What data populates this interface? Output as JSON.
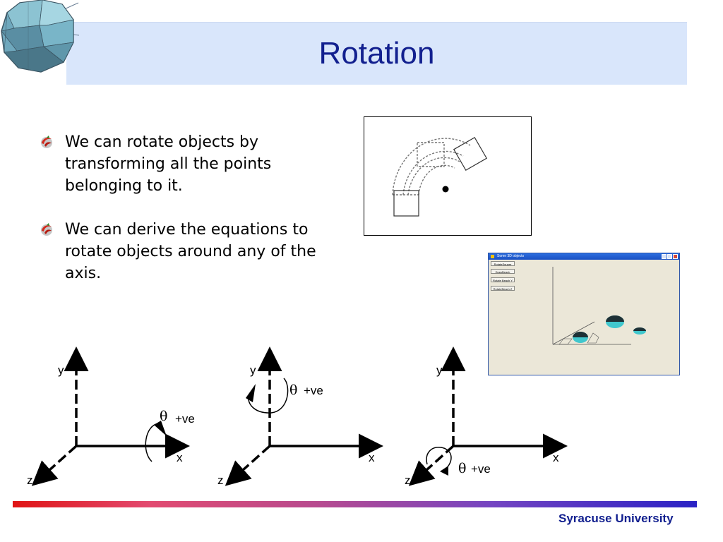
{
  "slide": {
    "title": "Rotation",
    "bullets": [
      {
        "text": "We can rotate objects by transforming all the points belonging to it."
      },
      {
        "text": "We can derive the equations to rotate objects around any of the axis."
      }
    ],
    "footer": "Syracuse University"
  },
  "window": {
    "title": "Some 3D objects",
    "buttons": [
      "RotateSquare",
      "DrawBeach",
      "Rotate Beach Y",
      "RotateBeach Z"
    ]
  },
  "diagrams": [
    {
      "x_label": "x",
      "y_label": "y",
      "z_label": "z",
      "theta": "θ",
      "sign": "+ve"
    },
    {
      "x_label": "x",
      "y_label": "y",
      "z_label": "z",
      "theta": "θ",
      "sign": "+ve"
    },
    {
      "x_label": "x",
      "y_label": "y",
      "z_label": "z",
      "theta": "θ",
      "sign": "+ve"
    }
  ],
  "colors": {
    "title_band": "#d9e6fb",
    "title_text": "#12208f",
    "footer_text": "#12208f"
  },
  "icons": {
    "logo": "faceted-sphere-icon",
    "bullet": "red-swirl-bullet-icon"
  }
}
